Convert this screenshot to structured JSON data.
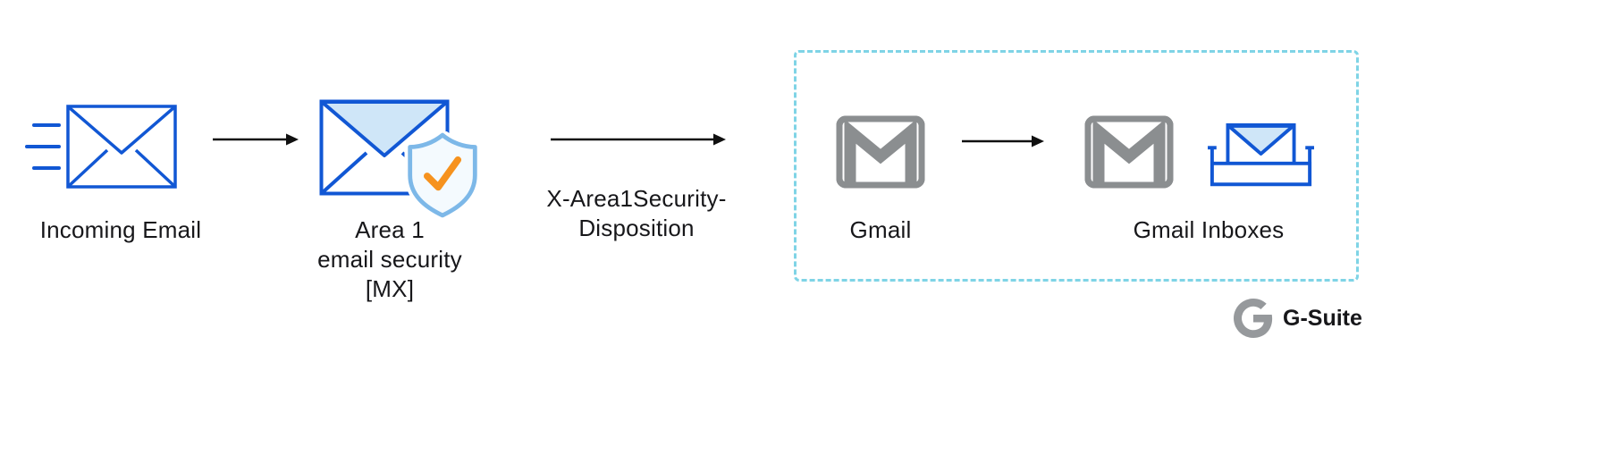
{
  "diagram": {
    "title": "Incoming email flow through Area 1 to Gmail",
    "nodes": {
      "incoming_email": {
        "label": "Incoming Email",
        "icon": "envelope-speed-lines-icon"
      },
      "area1": {
        "lines": [
          "Area 1",
          "email security",
          "[MX]"
        ],
        "icon": "envelope-shield-check-icon"
      },
      "gmail": {
        "label": "Gmail",
        "icon": "gmail-envelope-icon"
      },
      "gmail_inboxes": {
        "label": "Gmail Inboxes",
        "icons": [
          "gmail-envelope-icon",
          "inbox-tray-envelope-icon"
        ]
      }
    },
    "edges": {
      "disposition_label": "X-Area1Security-Disposition"
    },
    "boundary": {
      "name": "gsuite-boundary",
      "style": "dashed"
    },
    "footer": {
      "brand": "G-Suite",
      "icon": "google-g-logo-icon"
    },
    "colors": {
      "envelope_blue": "#1157d4",
      "envelope_flap_fill": "#cfe6f8",
      "shield_stroke": "#7db8e8",
      "shield_fill": "#f4fafe",
      "check_orange": "#f6921e",
      "gmail_gray": "#8b8e90",
      "dashed_border": "#7fd4e6",
      "arrow": "#101010",
      "text": "#17171a",
      "g_logo_gray": "#96999c",
      "background": "#ffffff"
    }
  }
}
